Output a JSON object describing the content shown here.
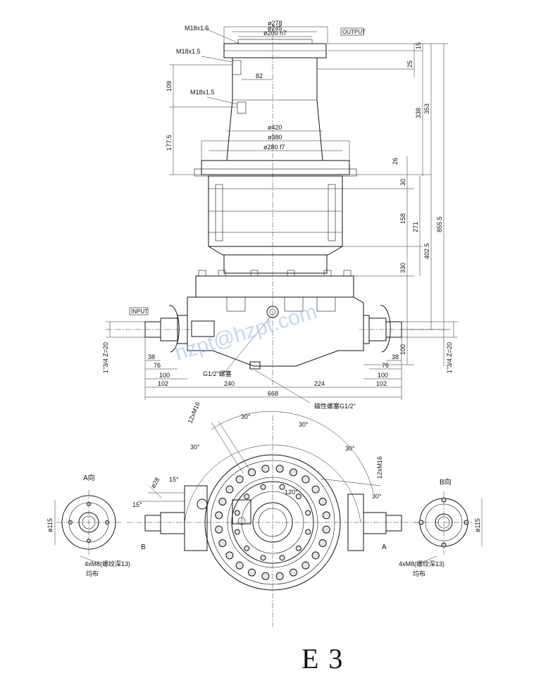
{
  "labels": {
    "output": "OUTPUT",
    "input": "INPUT",
    "thread_top": "M18x1.5",
    "thread_mid": "M18x1.5",
    "thread_low": "M18x1.5",
    "dia_278": "ø278",
    "dia_245": "ø245",
    "dia_200": "ø200 h7",
    "dia_82": "82",
    "dia_420": "ø420",
    "dia_380": "ø380",
    "dia_280": "ø280 f7",
    "v_109": "109",
    "v_1775": "177.5",
    "v_15": "15",
    "v_25": "25",
    "v_338": "338",
    "v_353": "353",
    "v_26": "26",
    "v_30": "30",
    "v_158": "158",
    "v_271": "271",
    "v_4025": "402.5",
    "v_330": "330",
    "v_8555": "855.5",
    "v_100r": "100",
    "shaft_left": "1\"3/4 Z=20",
    "shaft_right": "1\"3/4 Z=20",
    "h_38l": "38",
    "h_76l": "76",
    "h_100l": "100",
    "h_102l": "102",
    "h_240": "240",
    "h_224": "224",
    "h_100r": "100",
    "h_102r": "102",
    "h_38r": "38",
    "h_76r": "76",
    "h_668": "668",
    "plug_left": "G1/2\"螺塞",
    "plug_right": "磁性螺塞G1/2\"",
    "view_a": "A向",
    "view_b": "B向",
    "bolt_a": "4xM8(螺纹深13)",
    "bolt_b": "4xM8(螺纹深13)",
    "even_a": "均布",
    "even_b": "均布",
    "dia_115a": "ø115",
    "dia_115b": "ø115",
    "holes_m16": "12xM16",
    "holes_m16b": "12xM16",
    "ang_30a": "30°",
    "ang_30b": "30°",
    "ang_30c": "30°",
    "ang_30d": "30°",
    "ang_30e": "30°",
    "ang_15a": "15°",
    "ang_15b": "15°",
    "ang_120": "120°",
    "dia_28": "ø28",
    "mark_a": "A",
    "mark_b": "B",
    "watermark": "hzpt@hzpt.com",
    "figure": "E 3"
  }
}
